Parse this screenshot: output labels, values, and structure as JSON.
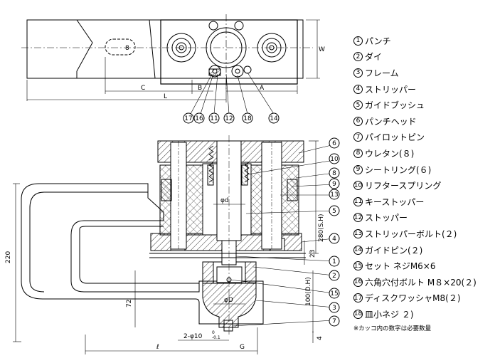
{
  "top_view": {
    "dims": {
      "C": "C",
      "B": "B",
      "L": "L",
      "A": "A",
      "W": "W",
      "8": "8"
    },
    "callouts": [
      "17",
      "16",
      "11",
      "12",
      "18",
      "14"
    ]
  },
  "front_view": {
    "dims": {
      "h220": "220",
      "h280": "280(S.H)",
      "h23": "23",
      "h72": "72",
      "h100": "100(D.H)",
      "h4": "4",
      "phid": "φd",
      "phiD": "φD",
      "hole": "2-φ10",
      "tol_upper": "0",
      "tol_lower": "-0.1",
      "ell": "ℓ",
      "G": "G"
    },
    "callouts": [
      "6",
      "10",
      "8",
      "9",
      "13",
      "5",
      "4",
      "1",
      "2",
      "15",
      "3",
      "7"
    ]
  },
  "legend": {
    "items": [
      {
        "num": "1",
        "label": "パンチ"
      },
      {
        "num": "2",
        "label": "ダイ"
      },
      {
        "num": "3",
        "label": "フレーム"
      },
      {
        "num": "4",
        "label": "ストリッパー"
      },
      {
        "num": "5",
        "label": "ガイドブッシュ"
      },
      {
        "num": "6",
        "label": "パンチヘッド"
      },
      {
        "num": "7",
        "label": "パイロットピン"
      },
      {
        "num": "8",
        "label": "ウレタン(８)"
      },
      {
        "num": "9",
        "label": "シートリング(６)"
      },
      {
        "num": "10",
        "label": "リフタースプリング"
      },
      {
        "num": "11",
        "label": "キーストッパー"
      },
      {
        "num": "12",
        "label": "ストッパー"
      },
      {
        "num": "13",
        "label": "ストリッパーボルト(２)"
      },
      {
        "num": "14",
        "label": "ガイドピン(２)"
      },
      {
        "num": "15",
        "label": "セット ネジM6×6"
      },
      {
        "num": "16",
        "label": "六角穴付ボルト M８×20(２)"
      },
      {
        "num": "17",
        "label": "ディスクワッシャM8(２)"
      },
      {
        "num": "18",
        "label": "皿小ネジ ２)"
      }
    ],
    "note": "※カッコ内の数字は必要数量"
  }
}
